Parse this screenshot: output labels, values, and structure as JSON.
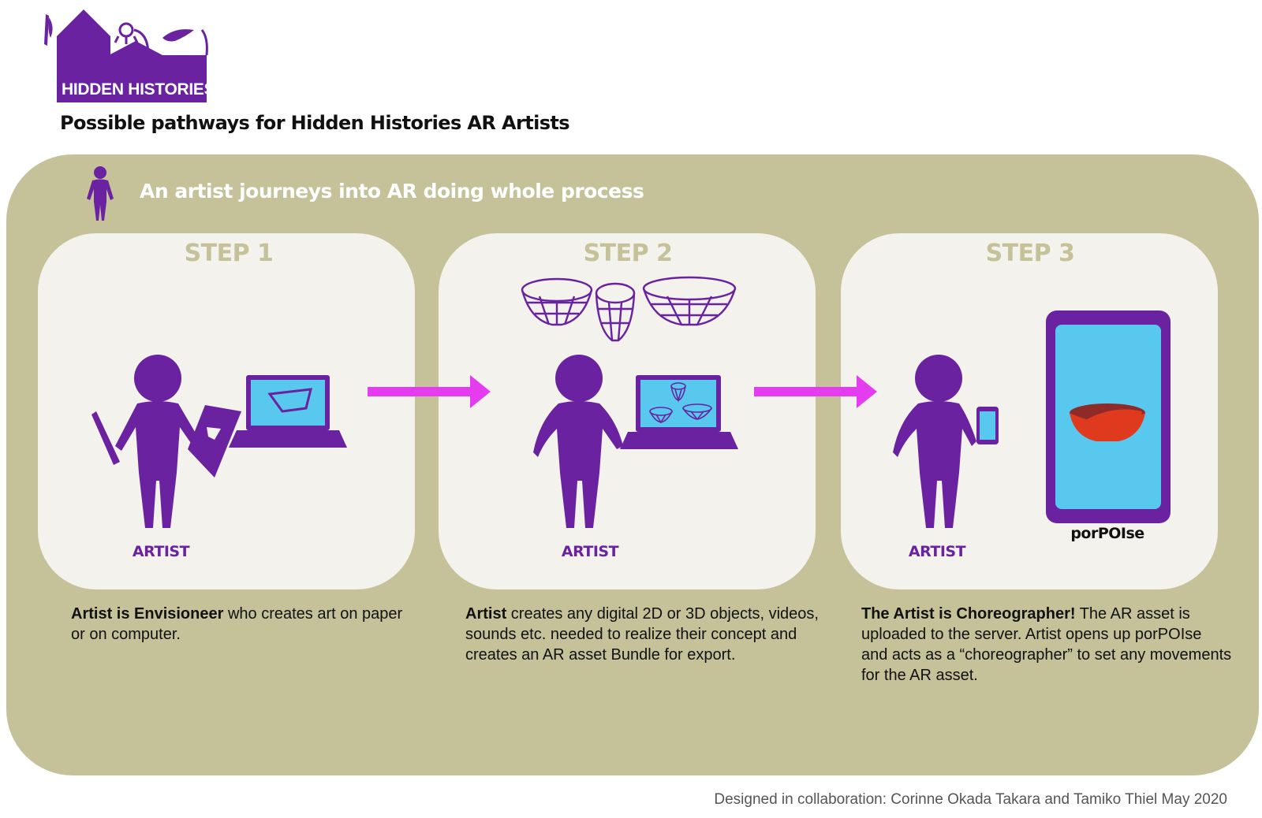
{
  "logo": {
    "text": "HIDDEN HISTORIES",
    "color": "#6a22a0"
  },
  "page_title": "Possible pathways for Hidden Histories AR Artists",
  "journey": {
    "text": "An artist journeys into AR doing whole process",
    "icon": "person-icon"
  },
  "colors": {
    "panel": "#c5c199",
    "card": "#f3f2ec",
    "purple": "#6a22a0",
    "arrow": "#e53cf0",
    "screen": "#58c8ef",
    "bowl": "#e03a1e"
  },
  "steps": [
    {
      "title": "STEP 1",
      "artist_label": "ARTIST",
      "desc_bold": "Artist is Envisioneer",
      "desc_rest": " who creates art on paper or on computer."
    },
    {
      "title": "STEP 2",
      "artist_label": "ARTIST",
      "desc_bold": "Artist",
      "desc_rest": " creates any digital 2D or 3D objects, videos, sounds etc. needed to realize their concept and creates an AR asset Bundle for export."
    },
    {
      "title": "STEP 3",
      "artist_label": "ARTIST",
      "device_label": "porPOIse",
      "desc_bold": "The Artist is Choreographer!",
      "desc_rest": " The AR asset is uploaded to the server. Artist opens up porPOIse and acts as a “choreographer” to set any movements for the AR asset."
    }
  ],
  "credits": "Designed in collaboration: Corinne Okada Takara and Tamiko Thiel May 2020"
}
